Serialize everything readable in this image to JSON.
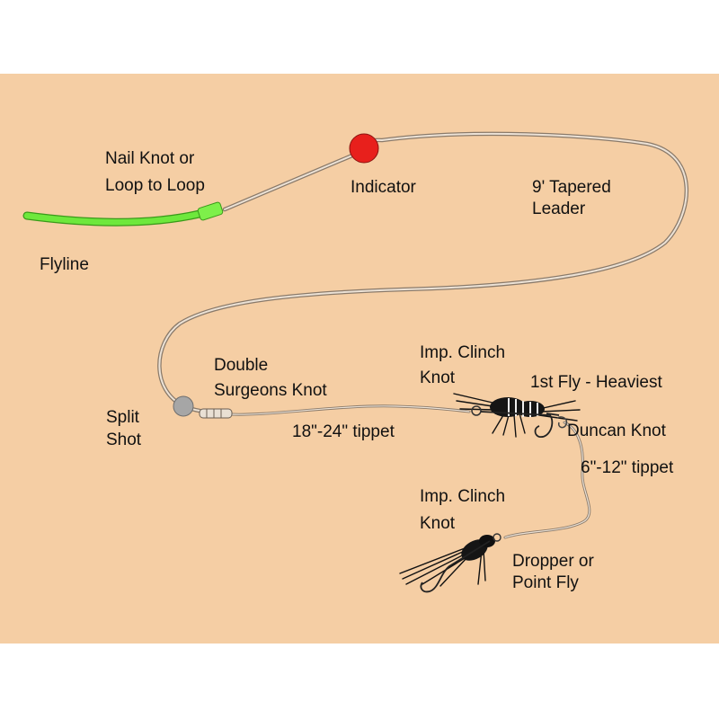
{
  "diagram": {
    "background_color": "#f5cea4",
    "flyline_color": "#6ee83c",
    "indicator_color": "#e8201c",
    "split_shot_color": "#a6a6a6",
    "leader_color": "#ece2d6"
  },
  "labels": {
    "nail_knot": [
      "Nail Knot or",
      "Loop to Loop"
    ],
    "flyline": "Flyline",
    "indicator": "Indicator",
    "tapered_leader": [
      "9' Tapered",
      "Leader"
    ],
    "double_surgeons": [
      "Double",
      "Surgeons Knot"
    ],
    "split_shot": [
      "Split",
      "Shot"
    ],
    "tippet_1": "18\"-24\" tippet",
    "imp_clinch_1": [
      "Imp. Clinch",
      "Knot"
    ],
    "first_fly": "1st Fly - Heaviest",
    "duncan_knot": "Duncan Knot",
    "tippet_2": "6\"-12\" tippet",
    "imp_clinch_2": [
      "Imp. Clinch",
      "Knot"
    ],
    "dropper_fly": [
      "Dropper or",
      "Point Fly"
    ]
  }
}
